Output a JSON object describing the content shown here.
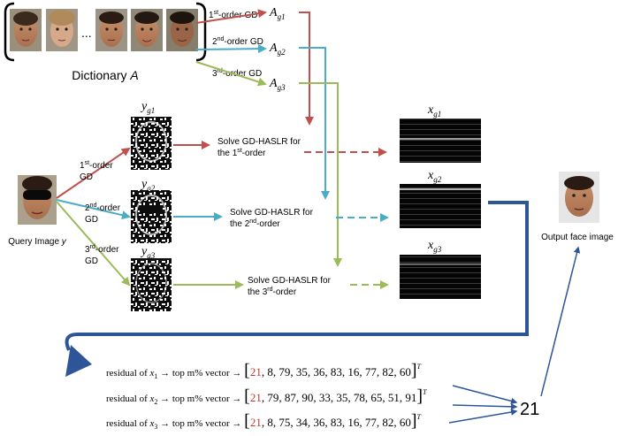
{
  "dictionary": {
    "label_prefix": "Dictionary ",
    "label_var": "A",
    "ellipsis": "..."
  },
  "gd_orders": [
    {
      "sup": "st",
      "label": "-order GD",
      "num": "1",
      "dict_sub": "g1",
      "color": "#c0504d"
    },
    {
      "sup": "nd",
      "label": "-order GD",
      "num": "2",
      "dict_sub": "g2",
      "color": "#4bacc6"
    },
    {
      "sup": "rd",
      "label": "-order GD",
      "num": "3",
      "dict_sub": "g3",
      "color": "#9bbb59"
    }
  ],
  "dict_var": "A",
  "image_var": "y",
  "coef_var": "x",
  "query": {
    "label_prefix": "Query Image ",
    "label_var": "y"
  },
  "branch_labels": [
    {
      "num": "1",
      "sup": "st",
      "line1": "-order",
      "line2": "GD"
    },
    {
      "num": "2",
      "sup": "nd",
      "line1": "-order",
      "line2": "GD"
    },
    {
      "num": "3",
      "sup": "rd",
      "line1": "-order",
      "line2": "GD"
    }
  ],
  "solve": [
    {
      "line1": "Solve GD-HASLR for",
      "pre": "the ",
      "num": "1",
      "sup": "st",
      "post": "-order"
    },
    {
      "line1": "Solve GD-HASLR for",
      "pre": "the ",
      "num": "2",
      "sup": "nd",
      "post": "-order"
    },
    {
      "line1": "Solve GD-HASLR for",
      "pre": "the ",
      "num": "3",
      "sup": "rd",
      "post": "-order"
    }
  ],
  "output_label": "Output face image",
  "residuals": [
    {
      "prefix": "residual of ",
      "var": "x",
      "sub": "1",
      "mid": " → top m% vector → ",
      "first": "21",
      "rest": ", 8, 79, 35, 36, 83, 16, 77, 82, 60"
    },
    {
      "prefix": "residual of ",
      "var": "x",
      "sub": "2",
      "mid": " → top m% vector → ",
      "first": "21",
      "rest": ", 79, 87, 90, 33, 35, 78, 65, 51, 91"
    },
    {
      "prefix": "residual of ",
      "var": "x",
      "sub": "3",
      "mid": " → top m% vector → ",
      "first": "21",
      "rest": ", 8, 75, 34, 36, 83, 16, 77, 82, 60"
    }
  ],
  "transpose": "T",
  "result": "21",
  "colors": {
    "red": "#c0504d",
    "blue": "#4bacc6",
    "green": "#9bbb59",
    "navy": "#2e5597",
    "highlight": "#c0392b"
  }
}
